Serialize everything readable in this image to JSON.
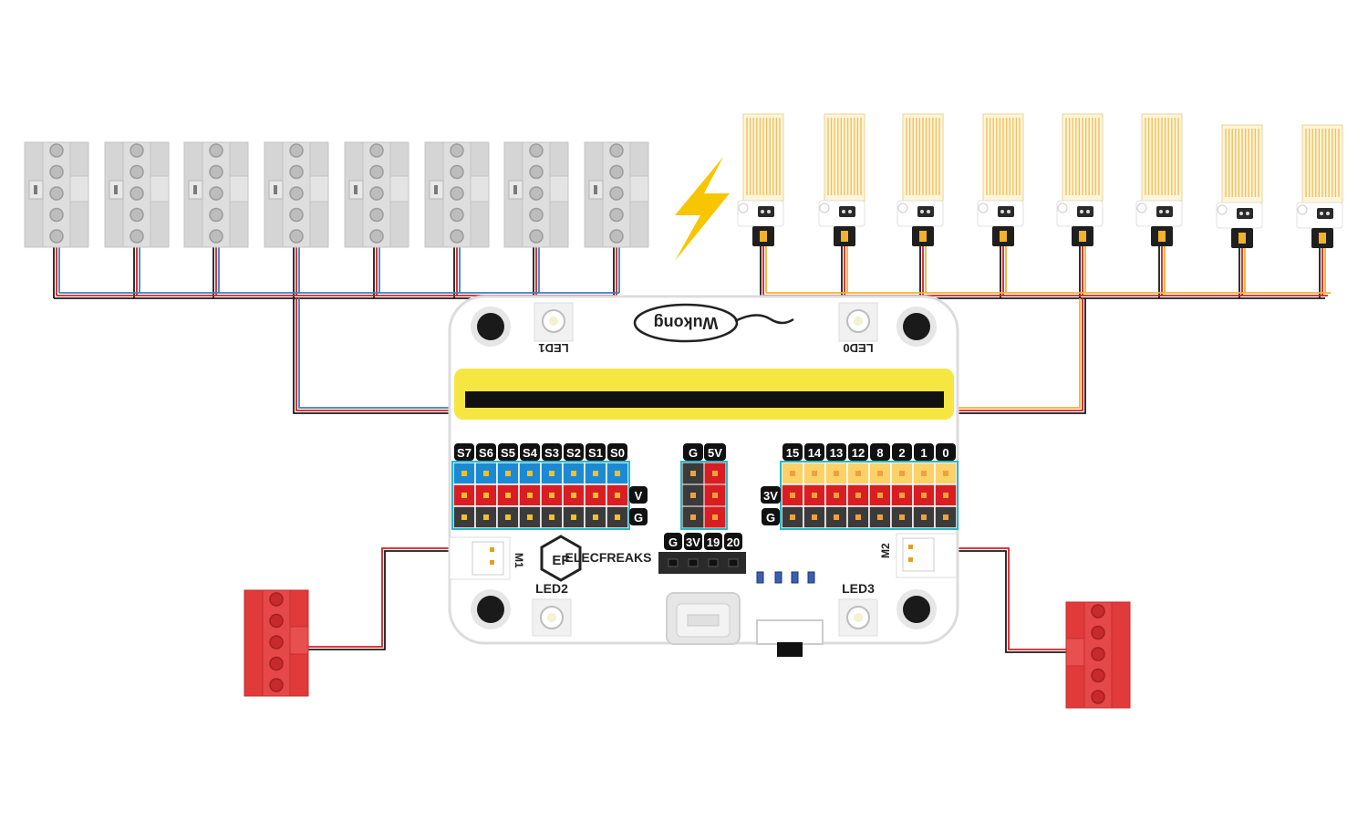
{
  "board": {
    "brand_logo": "Wukong",
    "maker_logo": "ELECFREAKS",
    "led_labels": {
      "led1": "LED1",
      "led0": "LED0",
      "led2": "LED2",
      "led3": "LED3"
    },
    "motor_labels": {
      "m1": "M1",
      "m2": "M2"
    },
    "servo_header": {
      "labels": [
        "S7",
        "S6",
        "S5",
        "S4",
        "S3",
        "S2",
        "S1",
        "S0"
      ],
      "row_labels": [
        "V",
        "G"
      ]
    },
    "power_header": {
      "labels": [
        "G",
        "5V"
      ]
    },
    "gpio_header": {
      "labels": [
        "15",
        "14",
        "13",
        "12",
        "8",
        "2",
        "1",
        "0"
      ],
      "row_labels": [
        "3V",
        "G"
      ]
    },
    "i2c_header": {
      "labels": [
        "G",
        "3V",
        "19",
        "20"
      ]
    }
  },
  "components": {
    "servo_count": 8,
    "water_sensor_count": 8,
    "motor_count": 2,
    "lightning_icon": "lightning-bolt-icon"
  },
  "colors": {
    "board": "#ffffff",
    "board_outline": "#dedede",
    "slot": "#f5e642",
    "servo_signal": "#1b8ad3",
    "power_red": "#d81e22",
    "ground_dark": "#3b3b3b",
    "gpio_yellow": "#fbd26a",
    "header_border": "#2ab7c9",
    "servo_gray": "#d5d5d5",
    "motor_red": "#e03a3a",
    "wire_signal_blue": "#3d7fc0",
    "wire_signal_yellow": "#f2b22b",
    "lightning": "#f7c600"
  }
}
